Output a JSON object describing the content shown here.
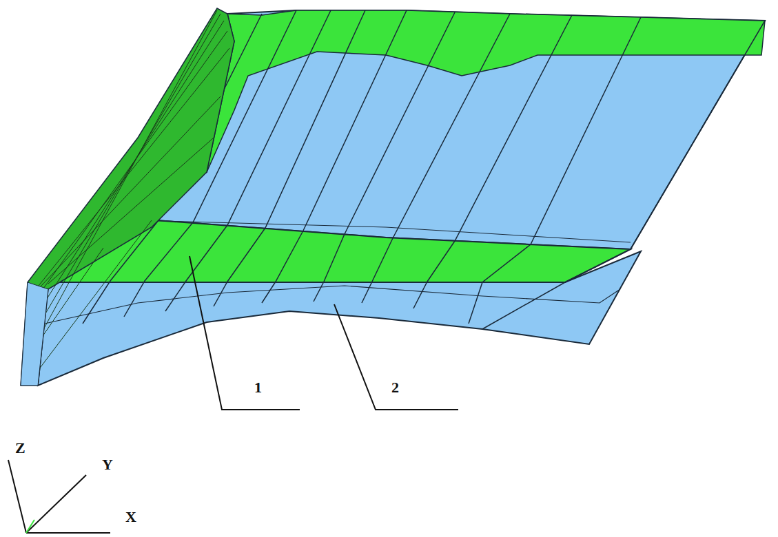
{
  "diagram": {
    "labels": [
      "1",
      "2",
      "Z",
      "Y",
      "X"
    ]
  }
}
